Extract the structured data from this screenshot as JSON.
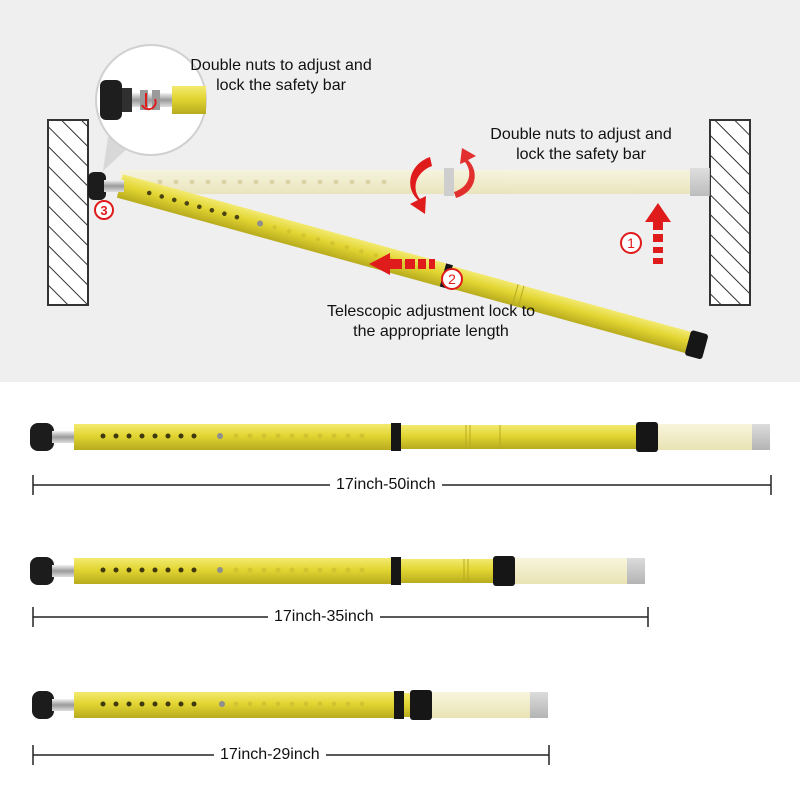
{
  "annotations": {
    "nuts_top_line1": "Double nuts to adjust and",
    "nuts_top_line2": "lock the safety bar",
    "nuts_right_line1": "Double nuts to adjust and",
    "nuts_right_line2": "lock the safety bar",
    "telescopic_line1": "Telescopic adjustment lock to",
    "telescopic_line2": "the appropriate length"
  },
  "steps": [
    "1",
    "2",
    "3"
  ],
  "lengths": [
    {
      "label": "17inch-50inch"
    },
    {
      "label": "17inch-35inch"
    },
    {
      "label": "17inch-29inch"
    }
  ],
  "colors": {
    "bar_yellow": "#e3d63a",
    "bar_faded": "#f1edc6",
    "cap_black": "#161616",
    "end_gray": "#c6c6c6",
    "arrow_red": "#e01b1b",
    "background_top": "#efefef"
  },
  "icons": [
    "wall-hatch-icon",
    "rubber-foot-icon",
    "rotate-arrow-icon",
    "push-arrow-icon",
    "number-badge-icon"
  ]
}
